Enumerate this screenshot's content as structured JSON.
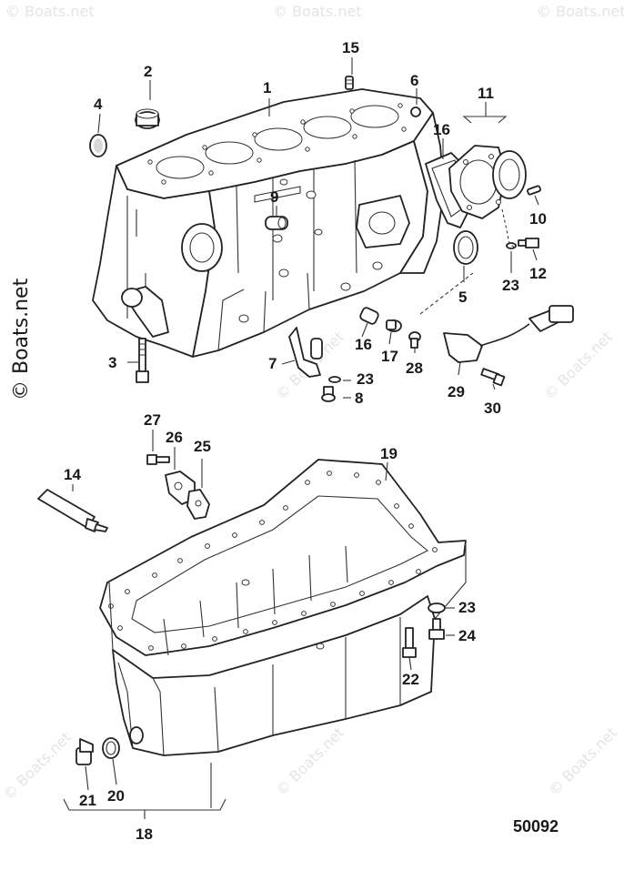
{
  "diagram": {
    "reference_number": "50092",
    "watermark": "© Boats.net",
    "callouts": [
      {
        "id": "c1",
        "label": "1"
      },
      {
        "id": "c2",
        "label": "2"
      },
      {
        "id": "c3",
        "label": "3"
      },
      {
        "id": "c4",
        "label": "4"
      },
      {
        "id": "c5",
        "label": "5"
      },
      {
        "id": "c6",
        "label": "6"
      },
      {
        "id": "c7",
        "label": "7"
      },
      {
        "id": "c8",
        "label": "8"
      },
      {
        "id": "c9",
        "label": "9"
      },
      {
        "id": "c10",
        "label": "10"
      },
      {
        "id": "c11",
        "label": "11"
      },
      {
        "id": "c12",
        "label": "12"
      },
      {
        "id": "c14",
        "label": "14"
      },
      {
        "id": "c15",
        "label": "15"
      },
      {
        "id": "c16a",
        "label": "16"
      },
      {
        "id": "c16b",
        "label": "16"
      },
      {
        "id": "c17",
        "label": "17"
      },
      {
        "id": "c18",
        "label": "18"
      },
      {
        "id": "c19",
        "label": "19"
      },
      {
        "id": "c20",
        "label": "20"
      },
      {
        "id": "c21",
        "label": "21"
      },
      {
        "id": "c22",
        "label": "22"
      },
      {
        "id": "c23a",
        "label": "23"
      },
      {
        "id": "c23b",
        "label": "23"
      },
      {
        "id": "c23c",
        "label": "23"
      },
      {
        "id": "c24",
        "label": "24"
      },
      {
        "id": "c25",
        "label": "25"
      },
      {
        "id": "c26",
        "label": "26"
      },
      {
        "id": "c27",
        "label": "27"
      },
      {
        "id": "c28",
        "label": "28"
      },
      {
        "id": "c29",
        "label": "29"
      },
      {
        "id": "c30",
        "label": "30"
      }
    ]
  }
}
